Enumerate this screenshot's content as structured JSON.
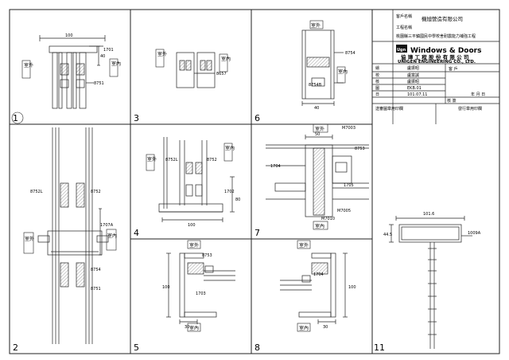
{
  "panels": [
    {
      "no": "1",
      "outside": "室外",
      "inside": "室內",
      "dims": [
        "100",
        "40",
        "1701",
        "8751"
      ]
    },
    {
      "no": "2",
      "outside": "室外",
      "inside": "室內",
      "dims": [
        "8752L",
        "8752",
        "1707A",
        "8754",
        "8751"
      ]
    },
    {
      "no": "3",
      "outside": "室外",
      "inside": "室內",
      "dims": [
        "8657"
      ]
    },
    {
      "no": "4",
      "outside": "室外",
      "inside": "室內",
      "dims": [
        "8752L",
        "8752",
        "1702",
        "80",
        "100"
      ]
    },
    {
      "no": "5",
      "outside": "室外",
      "inside": "室內",
      "dims": [
        "8753",
        "100",
        "1703",
        "30"
      ]
    },
    {
      "no": "6",
      "outside": "室外",
      "inside": "室內",
      "dims": [
        "8754",
        "8754B",
        "40"
      ]
    },
    {
      "no": "7",
      "outside": "室外",
      "inside": "室內",
      "dims": [
        "M7003",
        "50",
        "8753",
        "1704",
        "1705",
        "M7010",
        "M7005"
      ]
    },
    {
      "no": "8",
      "outside": "室外",
      "inside": "室內",
      "dims": [
        "1704",
        "100",
        "30"
      ]
    },
    {
      "no": "11",
      "outside": "",
      "inside": "",
      "dims": [
        "101.6",
        "44.5",
        "1009A"
      ]
    }
  ],
  "title_block": {
    "client_label": "客戶名稱",
    "client": "機旭營造有限公司",
    "project_label": "工程名稱",
    "project": "桃園縣三平鎮國民中學校舍耐震能力補強工程",
    "brand": "Windows & Doors",
    "company_cn": "協 璋 工 程 股 份 有 限 公 司",
    "company_en": "UNIGEN ENGINEERING CO., LTD.",
    "rows": [
      {
        "k": "繪",
        "v": "盧振昭"
      },
      {
        "k": "校",
        "v": "盧富誠"
      },
      {
        "k": "核",
        "v": "盧振昭"
      },
      {
        "k": "圖",
        "v": "EKB.01"
      },
      {
        "k": "日",
        "v": "101.07.11"
      }
    ],
    "customer_label": "客 戶",
    "month_day": "年  月  日",
    "approval": "核 簽",
    "submit_stamp": "送審圖章用印欄",
    "issue_stamp": "發行章用印欄"
  }
}
